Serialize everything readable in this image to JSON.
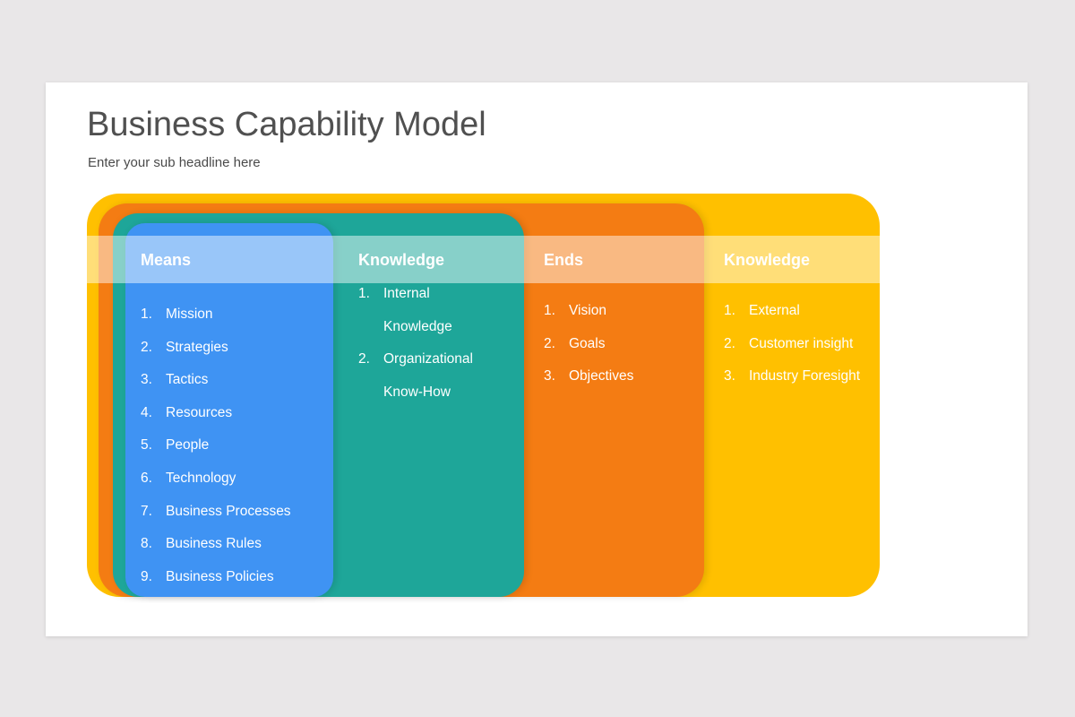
{
  "slide": {
    "title": "Business Capability Model",
    "subtitle": "Enter your sub headline here"
  },
  "colors": {
    "yellow": "#ffc000",
    "orange": "#f47c13",
    "teal": "#1ea699",
    "blue": "#3f93f3"
  },
  "columns": [
    {
      "header": "Means",
      "items": [
        "Mission",
        "Strategies",
        "Tactics",
        "Resources",
        "People",
        "Technology",
        "Business Processes",
        "Business Rules",
        "Business Policies"
      ]
    },
    {
      "header": "Knowledge",
      "items": [
        "Internal Knowledge",
        "Organizational Know-How"
      ]
    },
    {
      "header": "Ends",
      "items": [
        "Vision",
        "Goals",
        "Objectives"
      ]
    },
    {
      "header": "Knowledge",
      "items": [
        "External",
        "Customer insight",
        "Industry Foresight"
      ]
    }
  ],
  "numbers": [
    "1.",
    "2.",
    "3.",
    "4.",
    "5.",
    "6.",
    "7.",
    "8.",
    "9."
  ]
}
